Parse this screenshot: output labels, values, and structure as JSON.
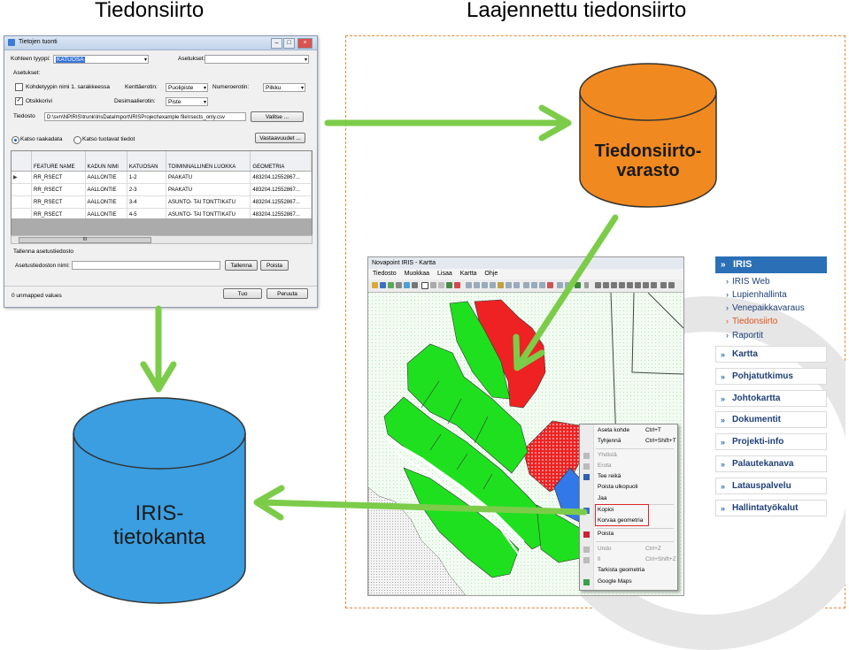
{
  "headings": {
    "left": "Tiedonsiirto",
    "right": "Laajennettu tiedonsiirto"
  },
  "cylinders": {
    "storage_label": "Tiedonsiirto-\nvarasto",
    "database_label": "IRIS-\ntietokanta",
    "storage_color": "#f0891f",
    "database_color": "#3a9ee0"
  },
  "arrow_color": "#7ccc4a",
  "dialog": {
    "title": "Tietojen tuonti",
    "target_type_label": "Kohteen tyyppi:",
    "target_type_value": "KATUOSA",
    "settings_label": "Asetukset:",
    "settings_group_label": "Asetukset:",
    "option_typename_label": "Kohdetyypin nimi 1. sarakkeessa",
    "field_separator_label": "Kenttäerotin:",
    "field_separator_value": "Puolipiste",
    "number_separator_label": "Numeroerotin:",
    "number_separator_value": "Pilkku",
    "option_header_row_label": "Otsikkorivi",
    "option_header_row_checked": "✓",
    "decimal_separator_label": "Desimaalierotin:",
    "decimal_separator_value": "Piste",
    "file_label": "Tiedosto",
    "file_path": "D:\\svn\\NPIRIS\\trunk\\IrisDataImport\\IRISProject\\example file\\rsects_only.csv",
    "browse_button": "Valitse ...",
    "radio_raw_label": "Katso raakadata",
    "radio_imported_label": "Katso tuotavat tiedot",
    "matches_button": "Vastaavuudet ...",
    "table": {
      "columns": [
        "FEATURE NAME",
        "KADUN NIMI",
        "KATUOSAN",
        "TOIMINNALLINEN LUOKKA",
        "GEOMETRIA"
      ],
      "rows": [
        [
          "RR_RSECT",
          "AALLONTIE",
          "1-2",
          "PAAKATU",
          "483204.12552867..."
        ],
        [
          "RR_RSECT",
          "AALLONTIE",
          "2-3",
          "PAAKATU",
          "483204.12552867..."
        ],
        [
          "RR_RSECT",
          "AALLONTIE",
          "3-4",
          "ASUNTO- TAI TONTTIKATU",
          "483204.12552867..."
        ],
        [
          "RR_RSECT",
          "AALLONTIE",
          "4-5",
          "ASUNTO- TAI TONTTIKATU",
          "483204.12552867..."
        ]
      ],
      "scroll_marker": "III"
    },
    "save_group_label": "Tallenna asetustiedosto",
    "save_name_label": "Asetustiedoston nimi:",
    "save_button": "Tallenna",
    "delete_button": "Poista",
    "status_text": "0 unmapped values",
    "import_button": "Tuo",
    "cancel_button": "Peruuta"
  },
  "map_app": {
    "title": "Novapoint IRIS - Kartta",
    "menu": [
      "Tiedosto",
      "Muokkaa",
      "Lisaa",
      "Kartta",
      "Ohje"
    ]
  },
  "context_menu": {
    "items": [
      {
        "label": "Aseta kohde",
        "shortcut": "Ctrl+T",
        "disabled": false
      },
      {
        "label": "Tyhjennä",
        "shortcut": "Ctrl+Shift+T",
        "disabled": false
      },
      {
        "label": "Yhdistä",
        "shortcut": "",
        "disabled": true
      },
      {
        "label": "Erota",
        "shortcut": "",
        "disabled": true
      },
      {
        "label": "Tee reikä",
        "shortcut": "",
        "disabled": false
      },
      {
        "label": "Poista ulkopuoli",
        "shortcut": "",
        "disabled": false
      },
      {
        "label": "Jaa",
        "shortcut": "",
        "disabled": false
      },
      {
        "label": "Kopioi",
        "shortcut": "",
        "disabled": false
      },
      {
        "label": "Korvaa geometria",
        "shortcut": "",
        "disabled": false
      },
      {
        "label": "Poista",
        "shortcut": "",
        "disabled": false
      },
      {
        "label": "Undo",
        "shortcut": "Ctrl+Z",
        "disabled": true
      },
      {
        "label": "fi",
        "shortcut": "Ctrl+Shift+Z",
        "disabled": true
      },
      {
        "label": "Tarkista geometria",
        "shortcut": "",
        "disabled": false
      },
      {
        "label": "Google Maps",
        "shortcut": "",
        "disabled": false
      }
    ],
    "highlight_color": "#d9262a"
  },
  "nav": {
    "header": "IRIS",
    "sub_items": [
      "IRIS Web",
      "Lupienhallinta",
      "Venepaikkavaraus",
      "Tiedonsiirto",
      "Raportit"
    ],
    "active_sub_item": "Tiedonsiirto",
    "items": [
      "Kartta",
      "Pohjatutkimus",
      "Johtokartta",
      "Dokumentit",
      "Projekti-info",
      "Palautekanava",
      "Latauspalvelu",
      "Hallintatyökalut"
    ]
  }
}
